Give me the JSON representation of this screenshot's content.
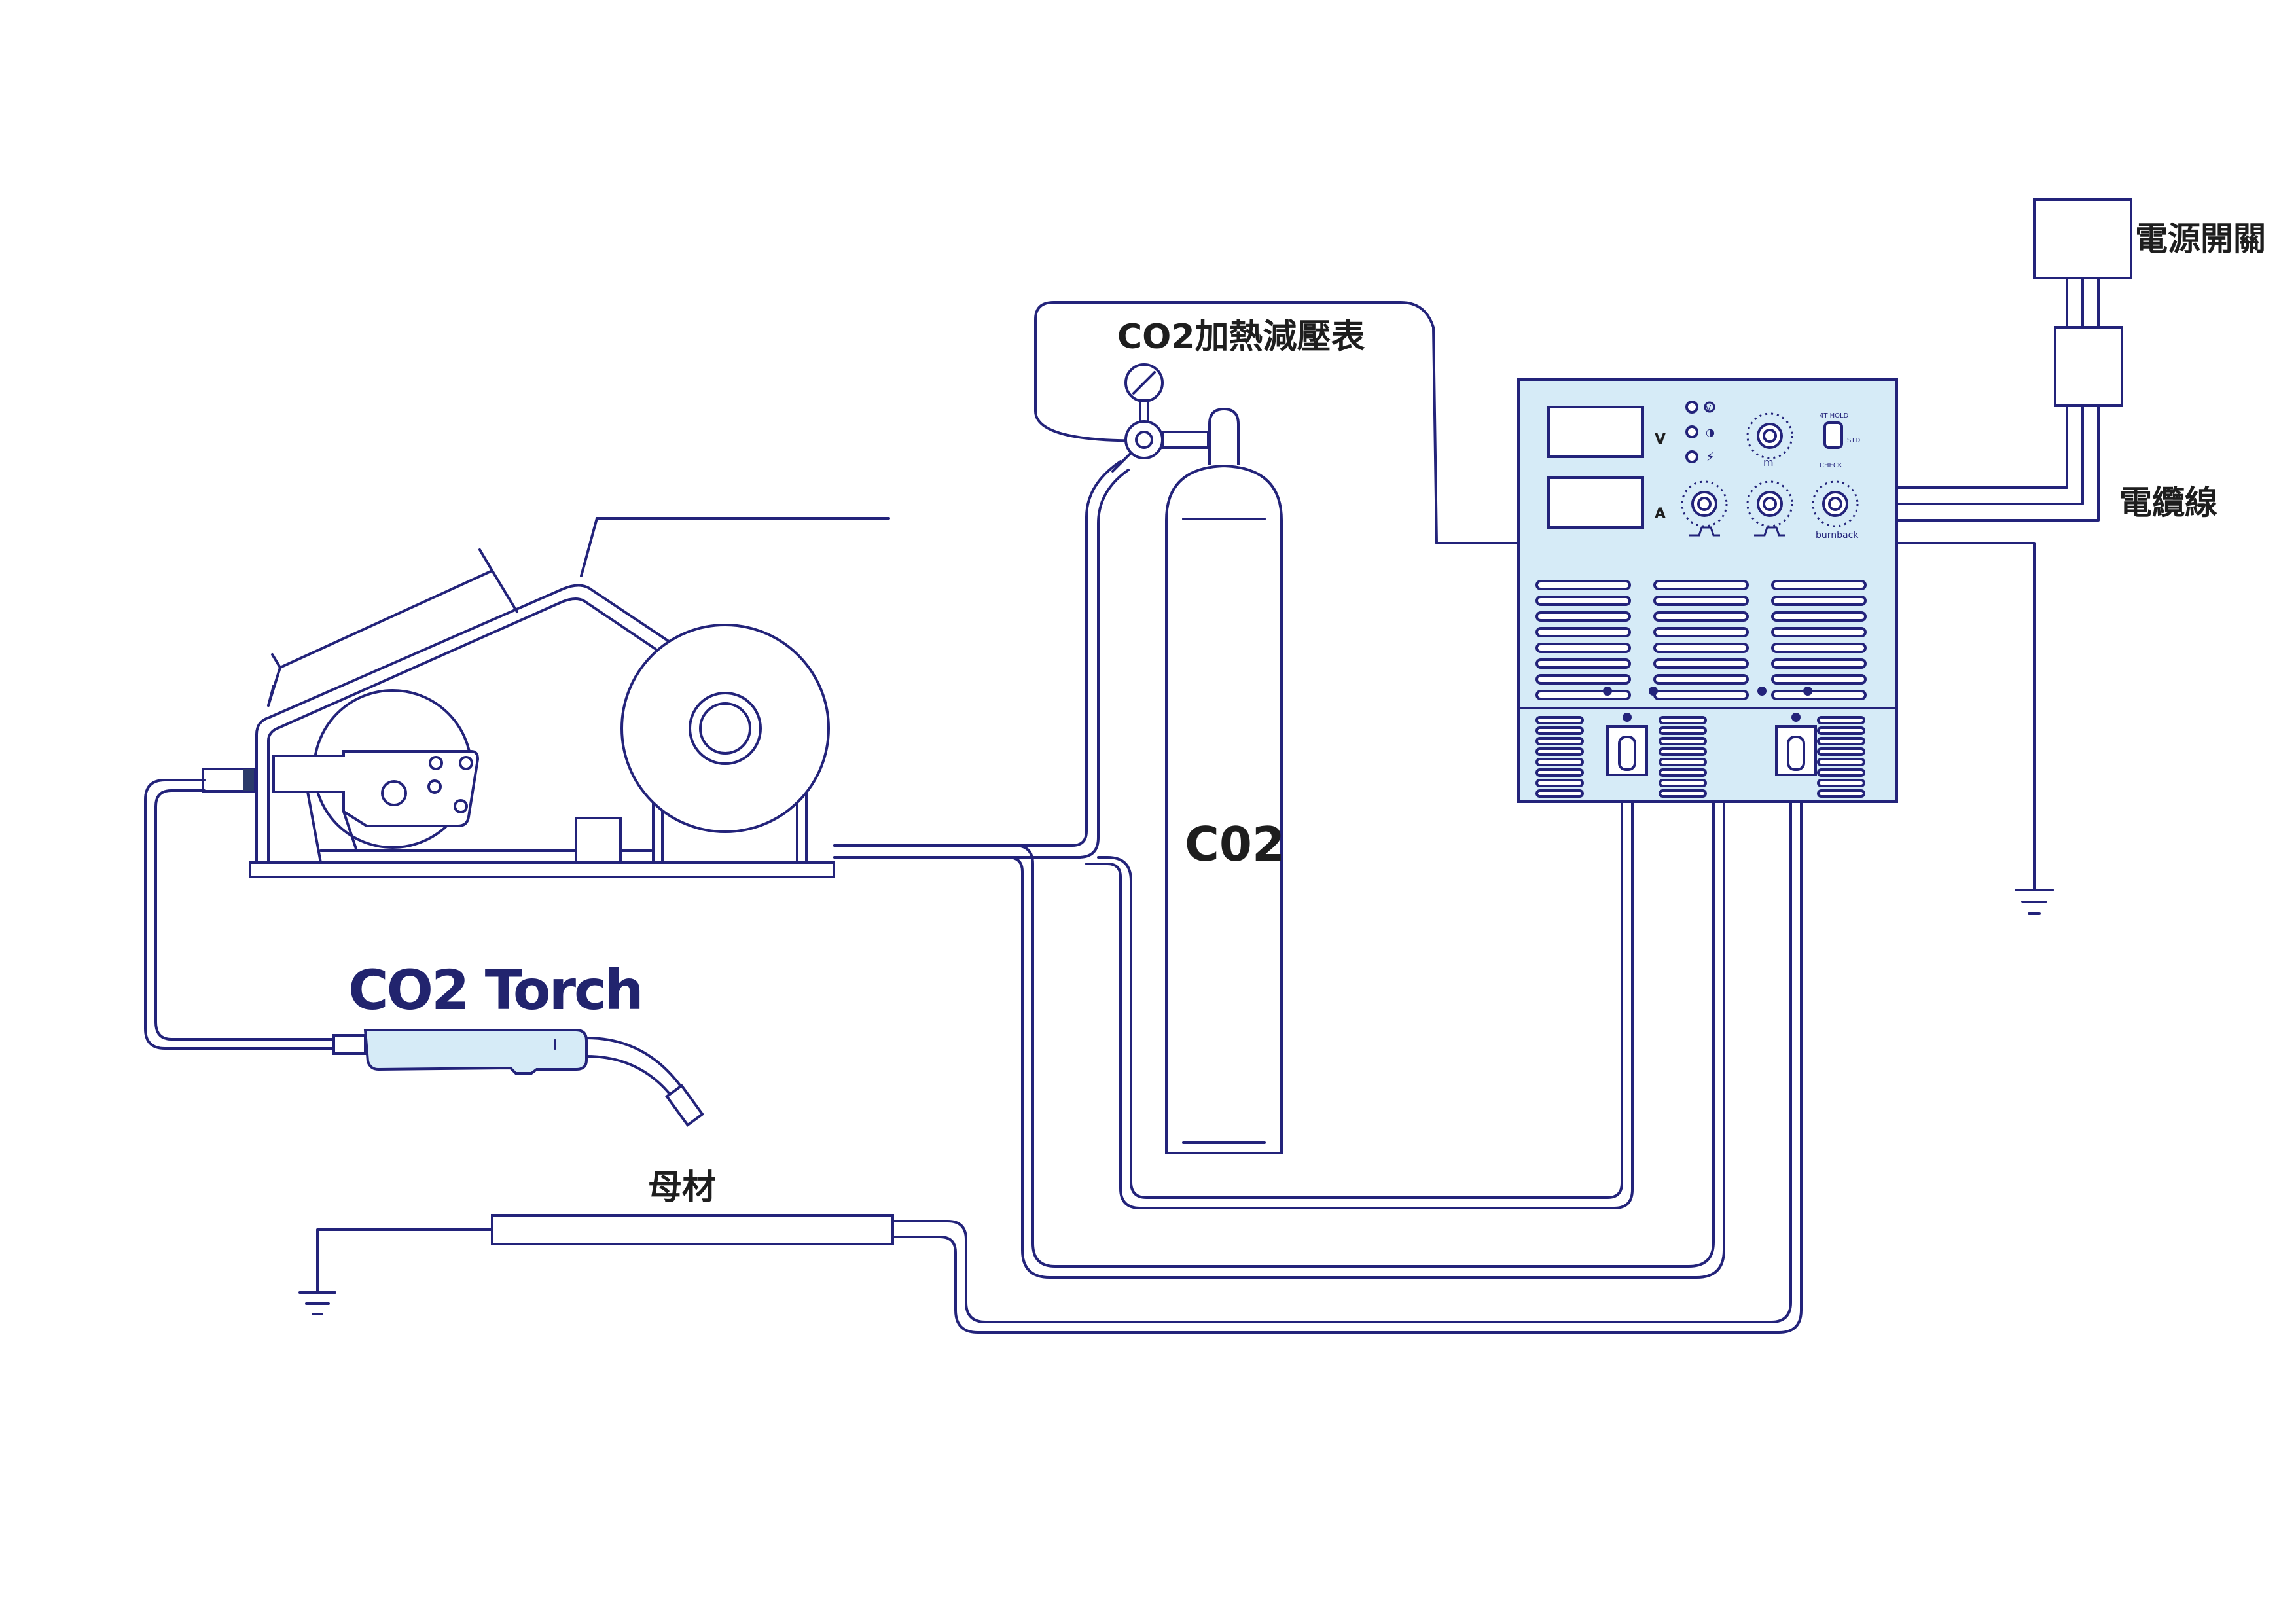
{
  "labels": {
    "power_switch": "電源開關",
    "cable": "電纜線",
    "regulator": "CO2加熱減壓表",
    "cylinder": "C02",
    "torch": "CO2 Torch",
    "base_metal": "母材"
  },
  "panel": {
    "volt_unit": "V",
    "amp_unit": "A",
    "knob_wire_speed": "m",
    "knob_burnback": "burnback",
    "mode_hold": "4T HOLD",
    "mode_check": "CHECK",
    "mode_std": "STD"
  },
  "colors": {
    "line": "#23237a",
    "panel_fill": "#d6ebf7",
    "torch_fill": "#d6ebf7"
  }
}
